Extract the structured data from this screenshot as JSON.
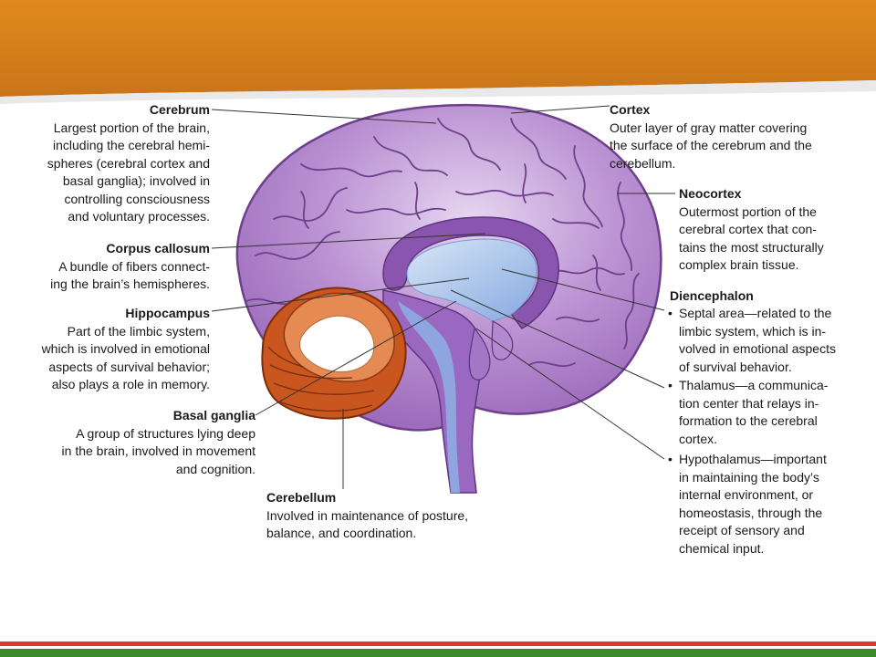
{
  "colors": {
    "banner": "#d9821a",
    "brain_purple": "#b98fd0",
    "brain_dark": "#7d4a9a",
    "ventricle_blue": "#a9c6ea",
    "cerebellum_orange": "#c9561c",
    "footer_red": "#d93a2a",
    "footer_green": "#3a8a2a"
  },
  "labels": {
    "cerebrum": {
      "title": "Cerebrum",
      "desc": "Largest portion of the brain,\nincluding the cerebral hemi-\nspheres (cerebral cortex and\nbasal ganglia); involved in\ncontrolling consciousness\nand voluntary processes."
    },
    "corpus_callosum": {
      "title": "Corpus callosum",
      "desc": "A bundle of fibers connect-\ning the brain’s hemispheres."
    },
    "hippocampus": {
      "title": "Hippocampus",
      "desc": "Part of the limbic system,\nwhich is involved in emotional\naspects of survival behavior;\nalso plays a role in memory."
    },
    "basal_ganglia": {
      "title": "Basal ganglia",
      "desc": "A group of structures lying deep\nin the brain, involved in movement\nand cognition."
    },
    "cerebellum": {
      "title": "Cerebellum",
      "desc": "Involved in maintenance of posture,\nbalance, and coordination."
    },
    "cortex": {
      "title": "Cortex",
      "desc": "Outer layer of gray matter covering\nthe surface of the cerebrum and the\ncerebellum."
    },
    "neocortex": {
      "title": "Neocortex",
      "desc": "Outermost portion of the\ncerebral cortex that con-\ntains the most structurally\ncomplex brain tissue."
    },
    "diencephalon": {
      "title": "Diencephalon",
      "bullet": "•",
      "items": [
        "Septal area—related to the\nlimbic system, which is in-\nvolved in emotional aspects\nof survival behavior.",
        "Thalamus—a communica-\ntion center that relays in-\nformation to the cerebral\ncortex.",
        "Hypothalamus—important\nin maintaining the body’s\ninternal environment, or\nhomeostasis, through the\nreceipt of sensory and\nchemical input."
      ]
    }
  }
}
